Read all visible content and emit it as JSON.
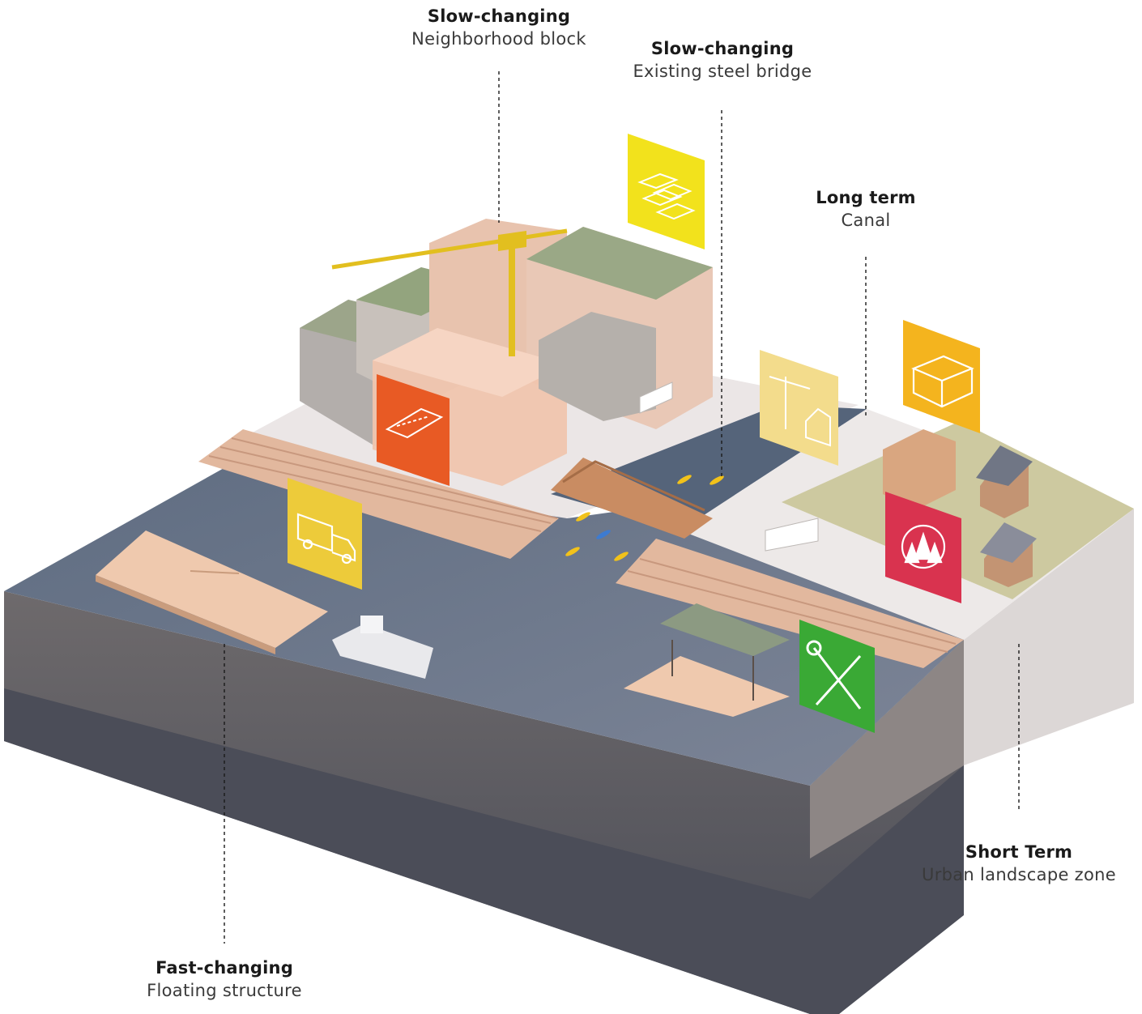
{
  "labels": {
    "neighborhood": {
      "term": "Slow-changing",
      "subject": "Neighborhood block"
    },
    "bridge": {
      "term": "Slow-changing",
      "subject": "Existing steel bridge"
    },
    "canal": {
      "term": "Long term",
      "subject": "Canal"
    },
    "landscape": {
      "term": "Short Term",
      "subject": "Urban landscape zone"
    },
    "floating": {
      "term": "Fast-changing",
      "subject": "Floating structure"
    }
  },
  "icon_panels": [
    {
      "name": "modules-panel",
      "icon": "stacked-modules-icon",
      "color": "#F2E21C"
    },
    {
      "name": "box-panel",
      "icon": "volume-box-icon",
      "color": "#F4B41E"
    },
    {
      "name": "crane-house-panel",
      "icon": "crane-house-icon",
      "color": "#F3DC8C"
    },
    {
      "name": "plan-panel",
      "icon": "floor-plan-icon",
      "color": "#E85A24"
    },
    {
      "name": "truck-panel",
      "icon": "truck-icon",
      "color": "#EDCB3A"
    },
    {
      "name": "forest-cycle-panel",
      "icon": "forest-cycle-icon",
      "color": "#D9334F"
    },
    {
      "name": "tools-panel",
      "icon": "wrench-screwdriver-icon",
      "color": "#3AA935"
    }
  ]
}
